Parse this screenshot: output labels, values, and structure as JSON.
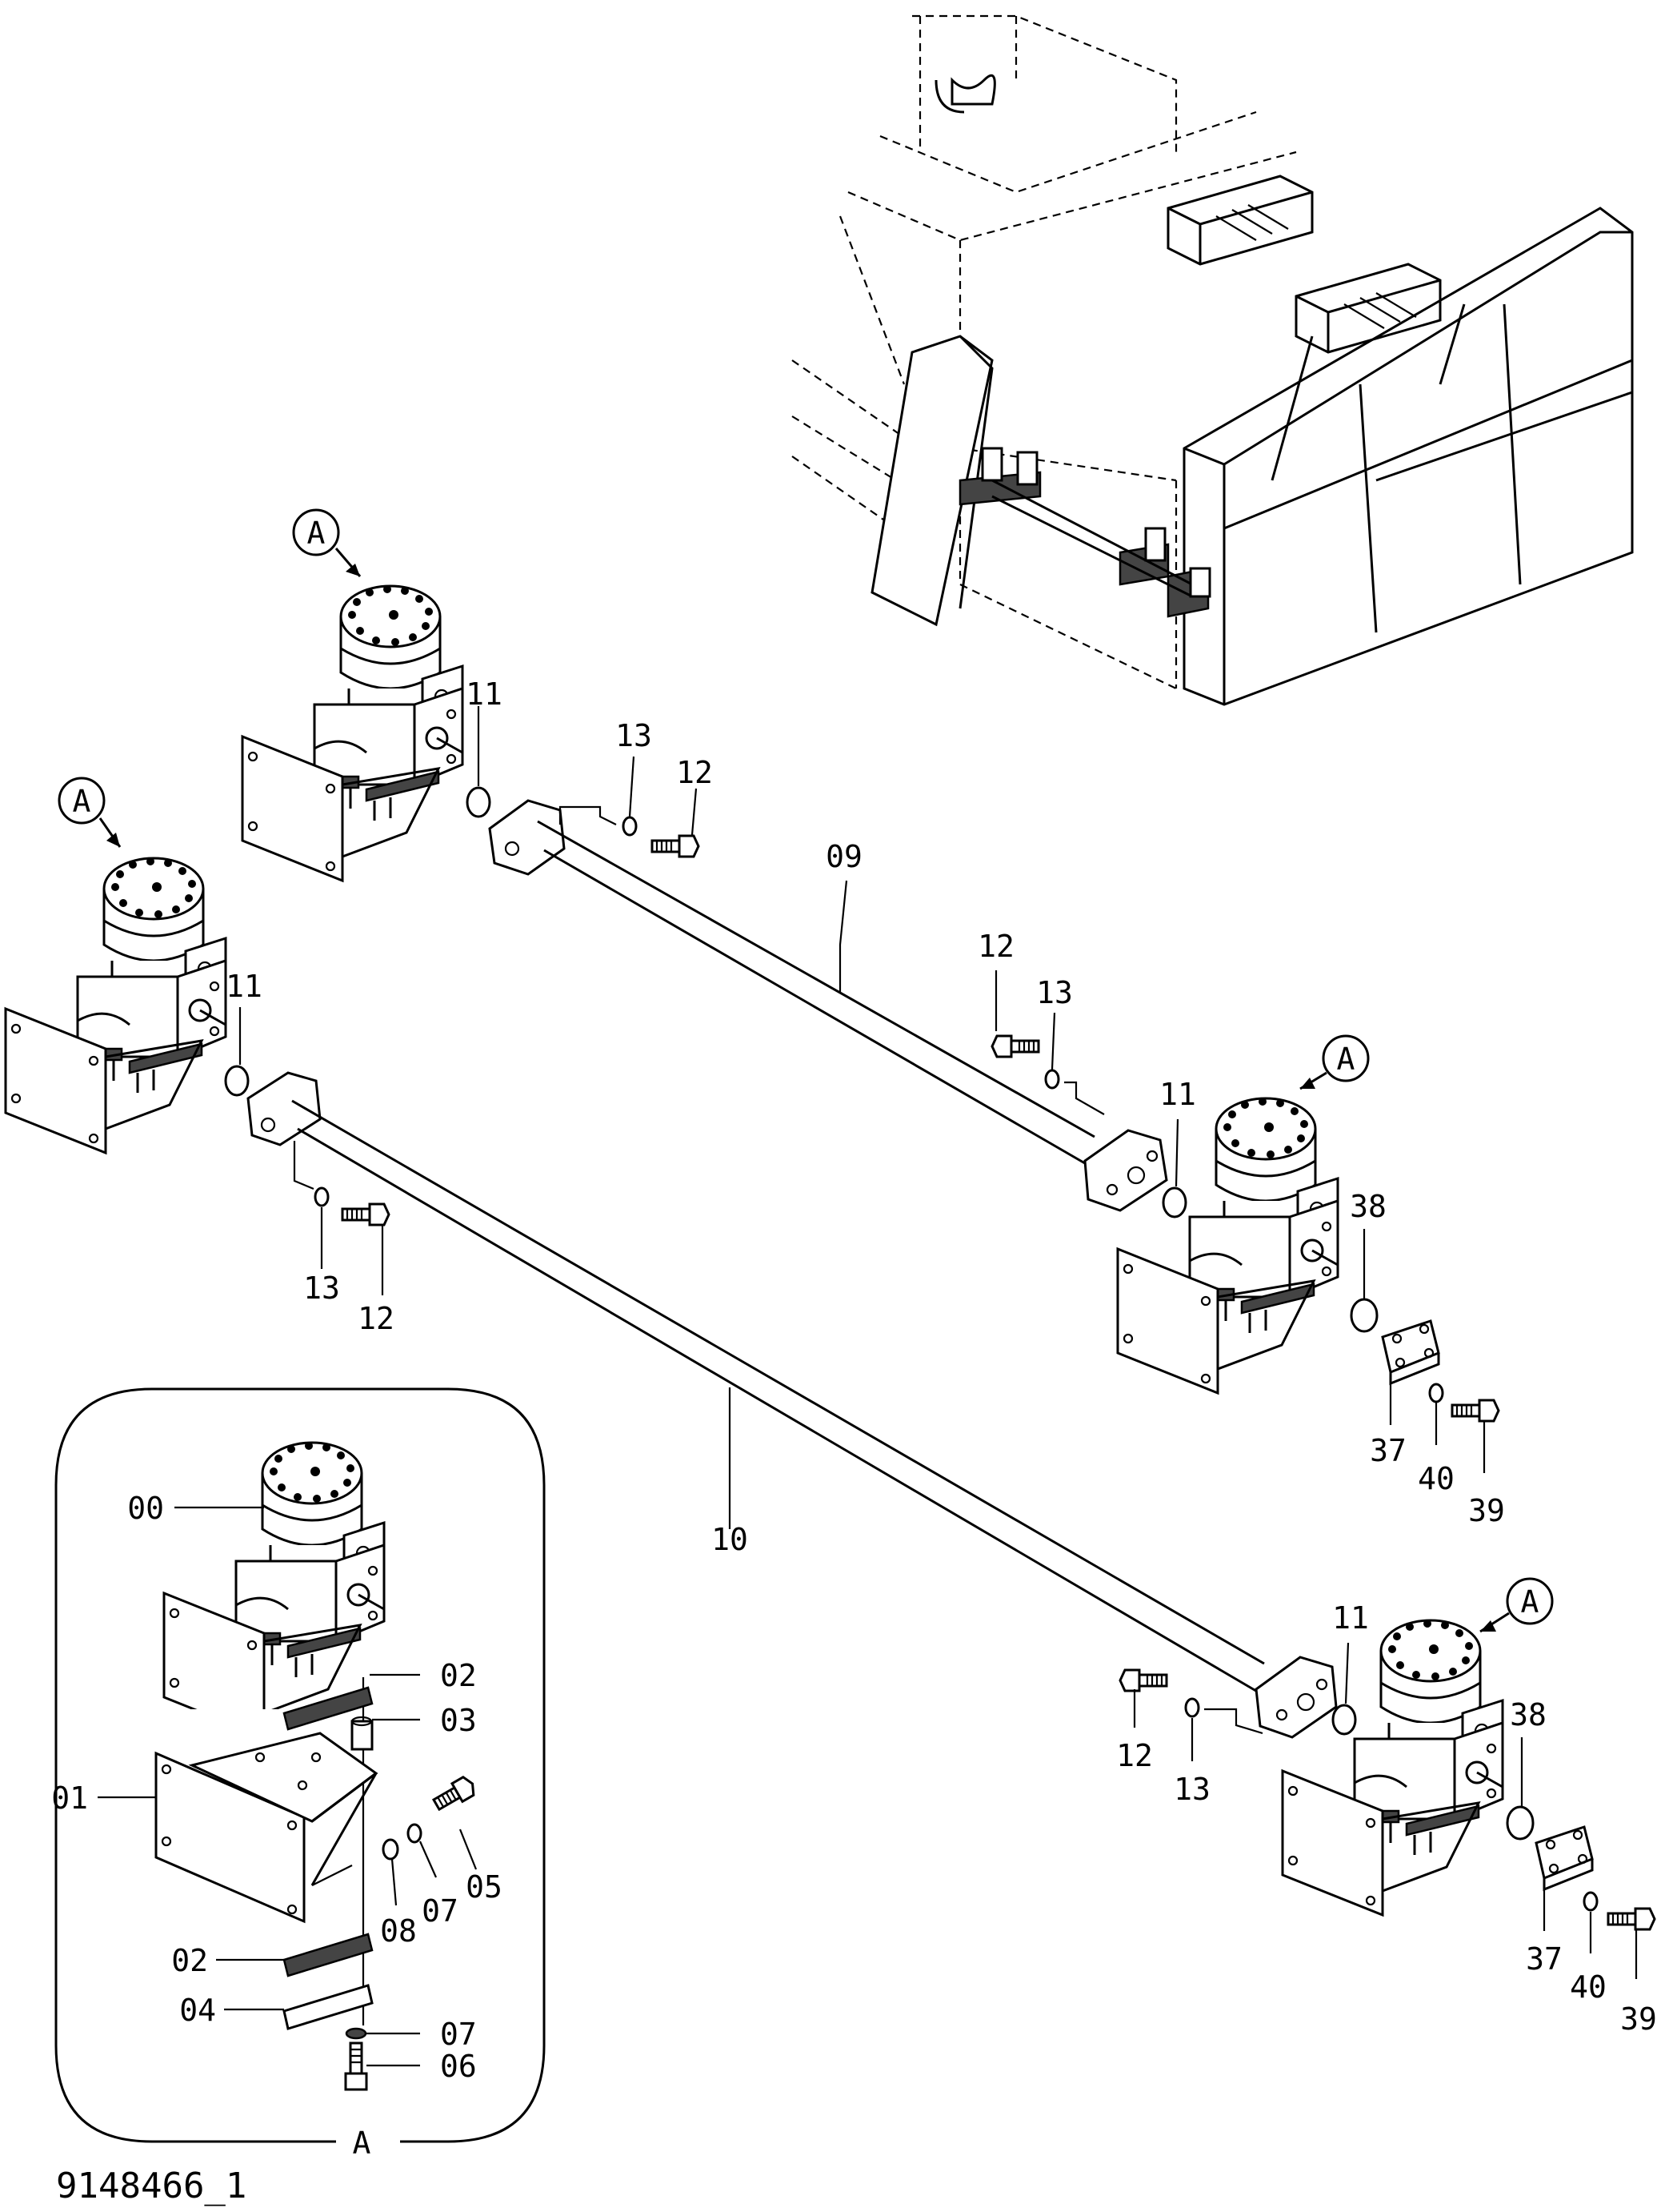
{
  "drawing_id": "9148466_1",
  "detail_label": "A",
  "callouts": {
    "unit_bubble_tl": "A",
    "unit_bubble_ml": "A",
    "unit_bubble_mr": "A",
    "unit_bubble_br": "A",
    "p11_tl": "11",
    "p11_ml": "11",
    "p11_mr": "11",
    "p11_br": "11",
    "p13_top": "13",
    "p12_top": "12",
    "p09": "09",
    "p12_mid": "12",
    "p13_mid": "13",
    "p13_left": "13",
    "p12_left": "12",
    "p10": "10",
    "p38_mr": "38",
    "p37_mr": "37",
    "p40_mr": "40",
    "p39_mr": "39",
    "p12_br": "12",
    "p13_br": "13",
    "p38_br": "38",
    "p37_br": "37",
    "p40_br": "40",
    "p39_br": "39",
    "d00": "00",
    "d02a": "02",
    "d03": "03",
    "d01": "01",
    "d05": "05",
    "d07a": "07",
    "d08": "08",
    "d02b": "02",
    "d04": "04",
    "d07b": "07",
    "d06": "06"
  }
}
